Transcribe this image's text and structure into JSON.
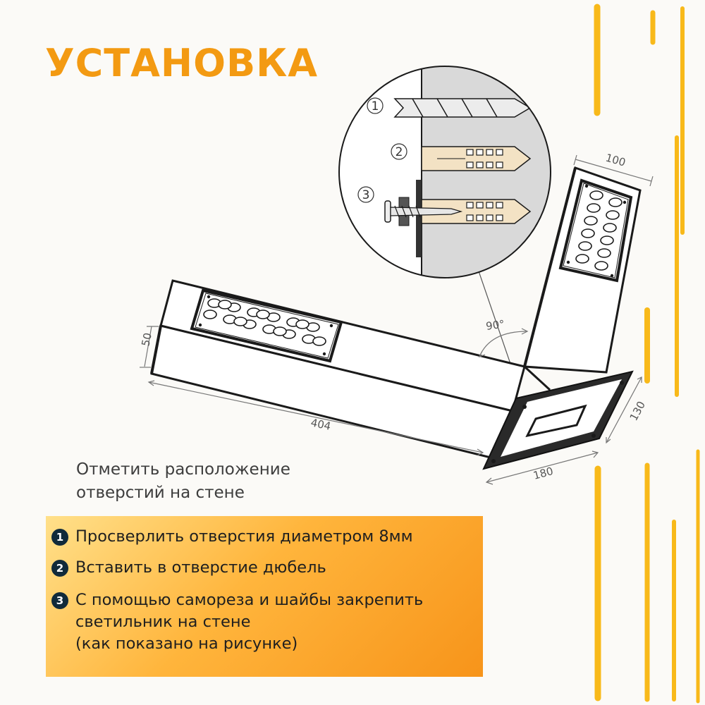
{
  "title": "УСТАНОВКА",
  "note": {
    "line1": "Отметить расположение",
    "line2": "отверстий на стене"
  },
  "steps": [
    {
      "num": "1",
      "lines": [
        "Просверлить отверстия диаметром 8мм"
      ]
    },
    {
      "num": "2",
      "lines": [
        "Вставить в отверстие дюбель"
      ]
    },
    {
      "num": "3",
      "lines": [
        "С помощью самореза и шайбы закрепить",
        "светильник на стене",
        "(как показано на рисунке)"
      ]
    }
  ],
  "dimensions": {
    "arm_length": "404",
    "arm_height": "50",
    "head_width": "100",
    "plate_width": "180",
    "plate_height": "130",
    "angle": "90°"
  },
  "detail_labels": [
    "1",
    "2",
    "3"
  ],
  "colors": {
    "accent": "#f39a12",
    "stripe": "#f8b91a",
    "outline": "#1a1a1a",
    "wall": "#d9d9d9",
    "dowel": "#f3e2c4",
    "step_badge": "#102a3a"
  },
  "icons": [
    "drill-bit-icon",
    "dowel-icon",
    "screw-icon"
  ]
}
